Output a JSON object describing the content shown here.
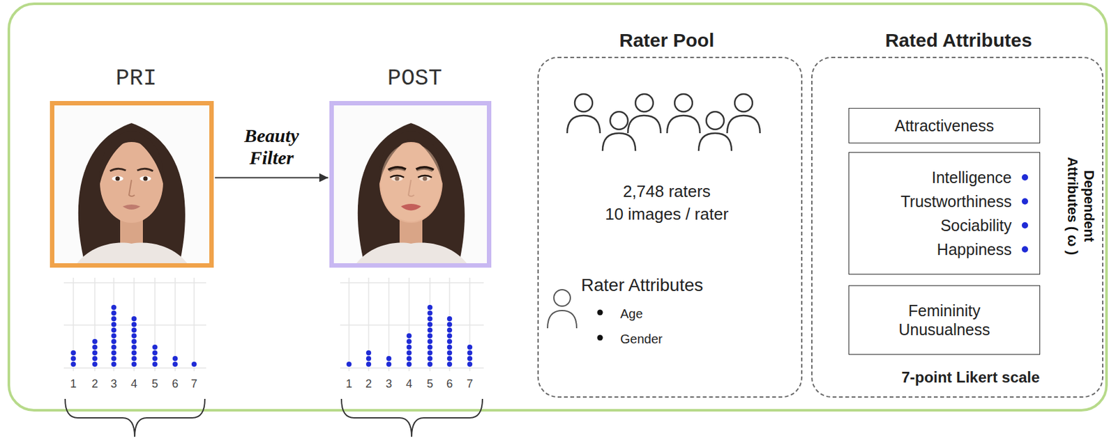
{
  "diagram": {
    "nodes": [
      {
        "text": [
          "PRI"
        ]
      },
      {
        "text": [
          "POST"
        ]
      },
      {
        "text": [
          "Rater Pool",
          "2,748 raters",
          "10 images / rater",
          "Rater Attributes",
          "Age",
          "Gender"
        ]
      },
      {
        "text": [
          "Rated Attributes",
          "Dependent Attributes ( ω )",
          "7-point Likert scale"
        ]
      },
      {
        "text": [
          "Attractiveness"
        ],
        "in": 3
      },
      {
        "text": [
          "Intelligence",
          "Trustworthiness",
          "Sociability",
          "Happiness"
        ],
        "in": 3
      },
      {
        "text": [
          "Femininity",
          "Unusualness"
        ],
        "in": 3
      }
    ],
    "edges": [
      {
        "from": 0,
        "to": 1,
        "arrow": "to",
        "label": "Beauty Filter"
      }
    ],
    "labels": [
      "1",
      "2",
      "3",
      "4",
      "5",
      "6",
      "7",
      "1",
      "2",
      "3",
      "4",
      "5",
      "6",
      "7"
    ]
  }
}
